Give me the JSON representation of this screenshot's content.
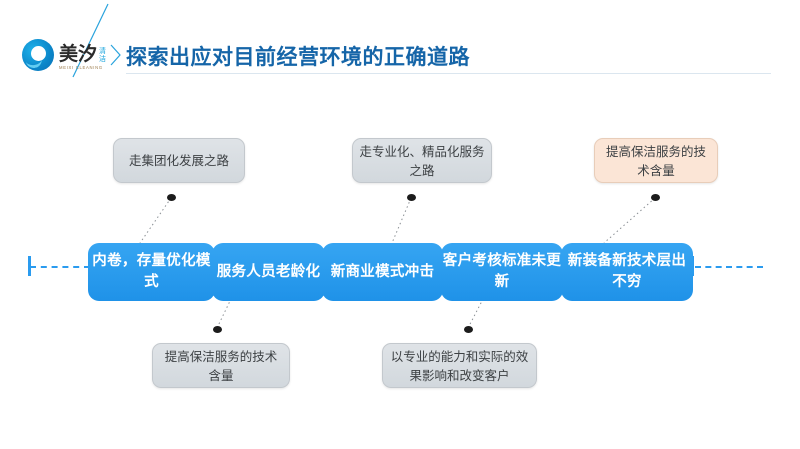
{
  "header": {
    "logo": {
      "mark_name": "circular-wave-logo",
      "brand_cn": "美汐",
      "brand_cn_sub_top": "清",
      "brand_cn_sub_bottom": "洁",
      "brand_latin": "MEIXI CLEANING"
    },
    "title": "探索出应对目前经营环境的正确道路",
    "title_color": "#1565a8"
  },
  "diagram": {
    "type": "linear-process-with-callouts",
    "rail_color": "#2a9bef",
    "core_boxes": [
      {
        "id": "box-1",
        "label": "内卷，存量优化模式"
      },
      {
        "id": "box-2",
        "label": "服务人员老龄化"
      },
      {
        "id": "box-3",
        "label": "新商业模式冲击"
      },
      {
        "id": "box-4",
        "label": "客户考核标准未更新"
      },
      {
        "id": "box-5",
        "label": "新装备新技术层出不穷"
      }
    ],
    "core_box_color": "#2a9bef",
    "top_callouts": [
      {
        "id": "top-1",
        "label": "走集团化发展之路",
        "color": "#d7dde2",
        "attaches_to": "box-1"
      },
      {
        "id": "top-2",
        "label": "走专业化、精品化服务之路",
        "color": "#d7dde2",
        "attaches_to": "box-3"
      },
      {
        "id": "top-3",
        "label": "提高保洁服务的技术含量",
        "color": "#fbe5d6",
        "attaches_to": "box-5"
      }
    ],
    "bottom_callouts": [
      {
        "id": "bottom-1",
        "label": "提高保洁服务的技术含量",
        "color": "#d7dde2",
        "attaches_to": "box-2"
      },
      {
        "id": "bottom-2",
        "label": "以专业的能力和实际的效果影响和改变客户",
        "color": "#d7dde2",
        "attaches_to": "box-4"
      }
    ]
  }
}
